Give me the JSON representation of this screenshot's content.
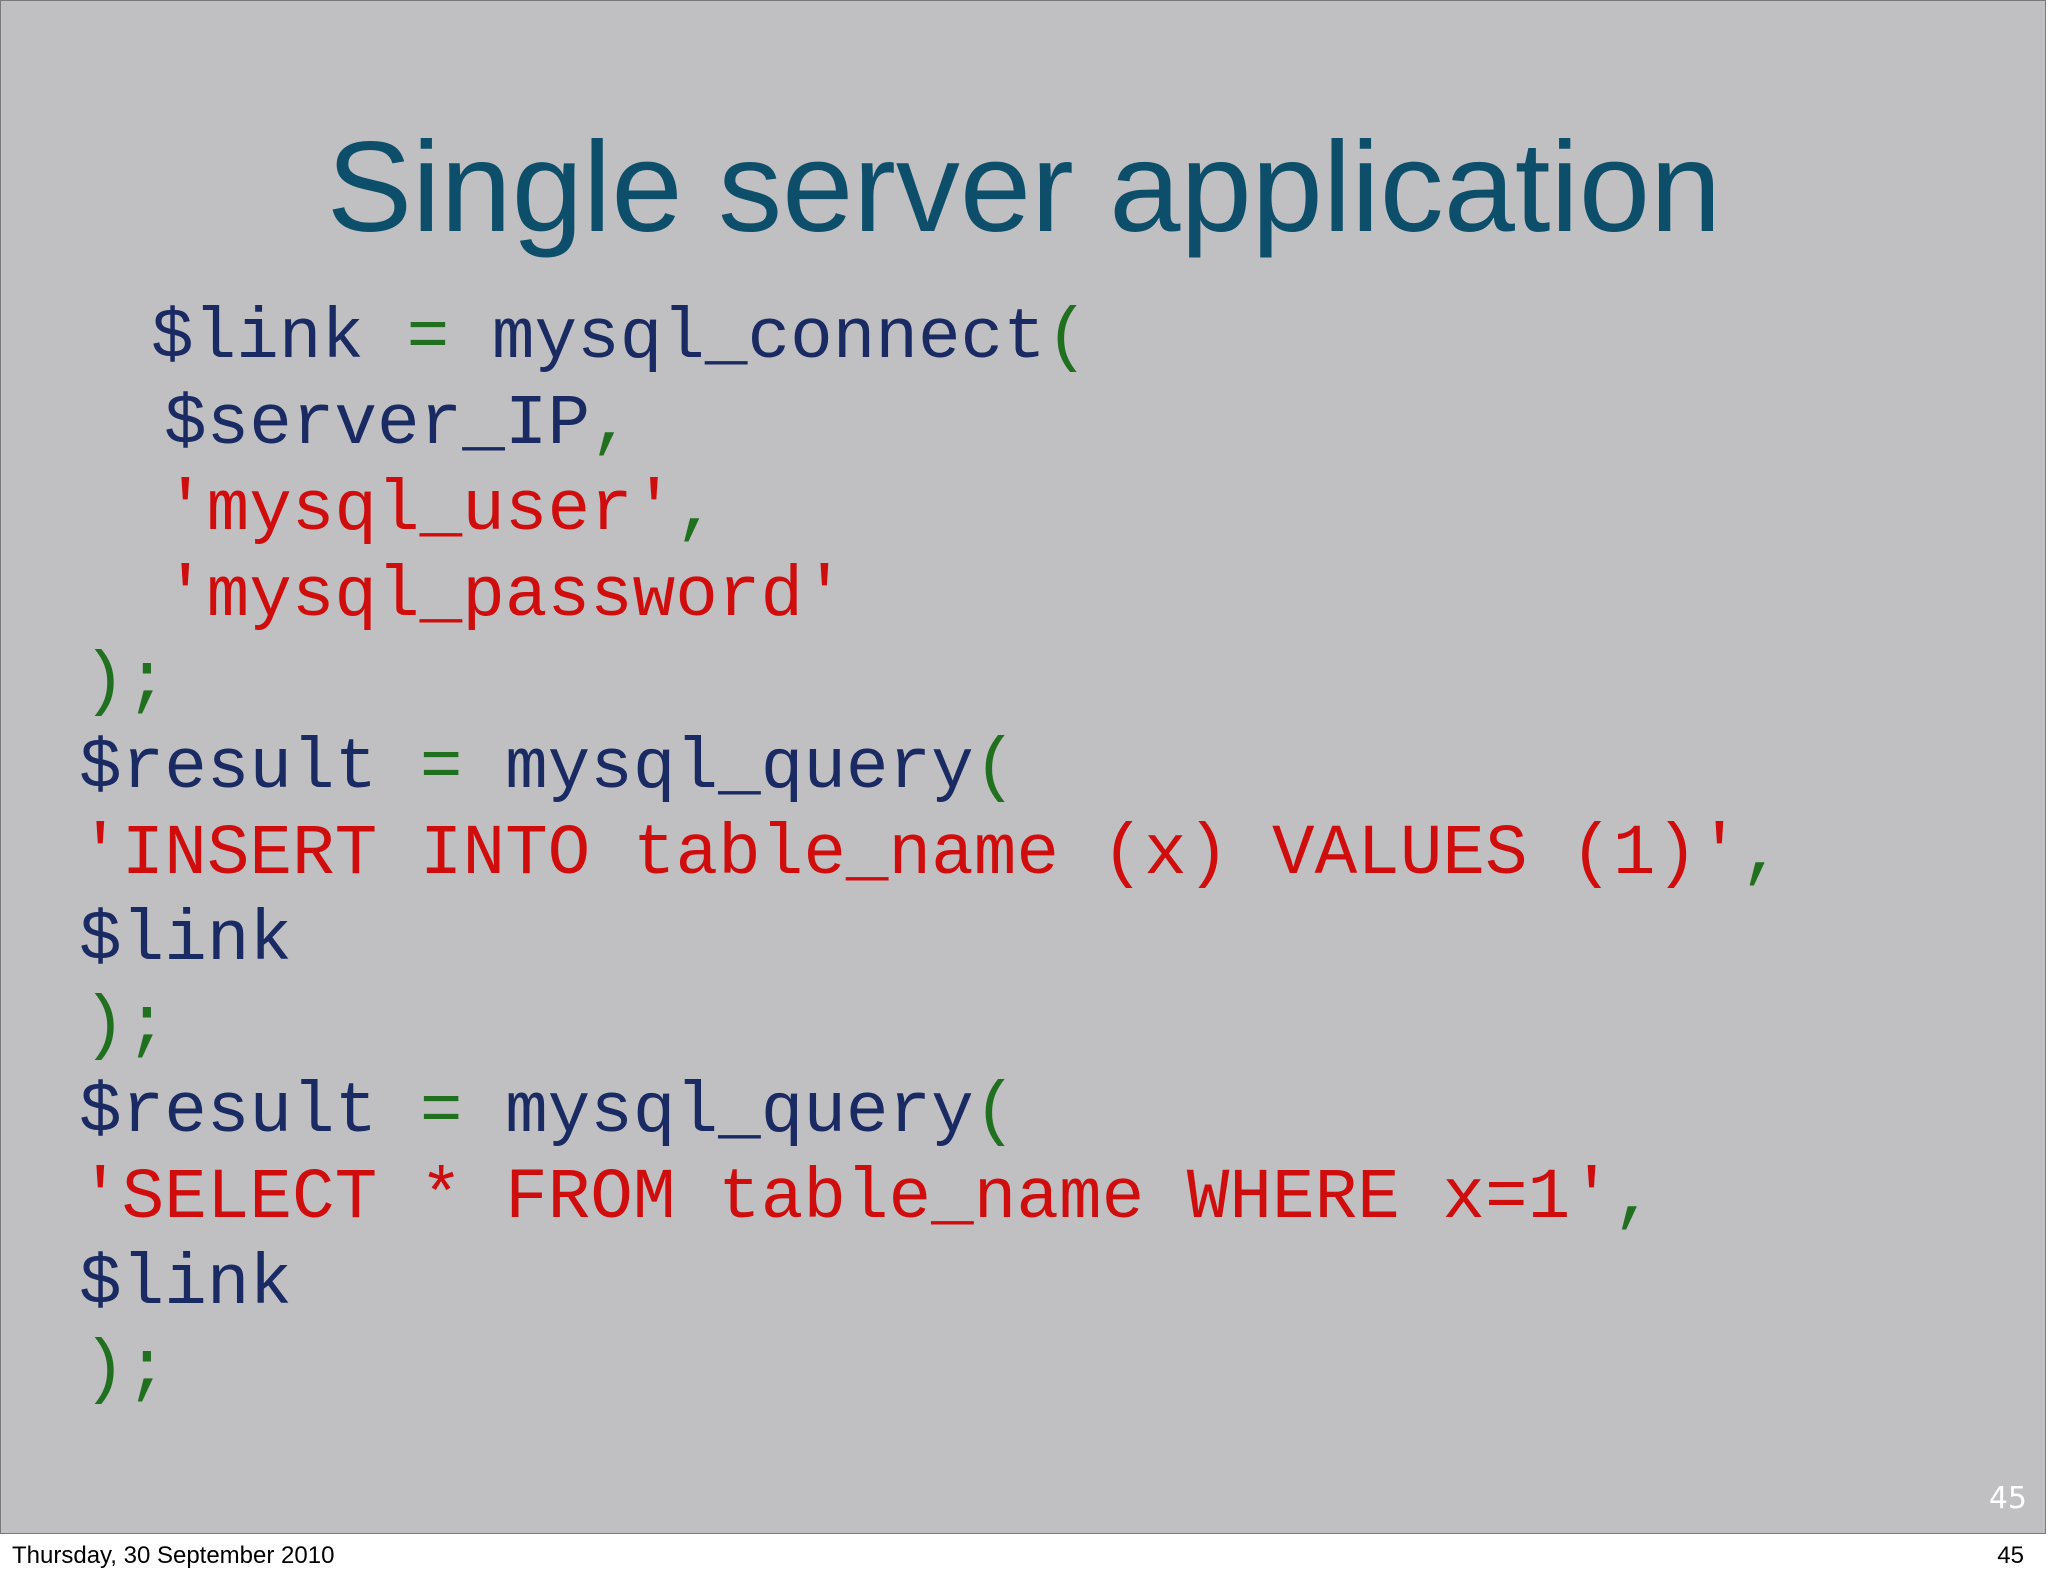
{
  "slide": {
    "title": "Single server application",
    "slide_number": "45",
    "code": {
      "l1": {
        "var": "$link",
        "op": "=",
        "func": "mysql_connect",
        "paren": "("
      },
      "l2": {
        "var": "$server_IP",
        "comma": ","
      },
      "l3": {
        "str": "'mysql_user'",
        "comma": ","
      },
      "l4": {
        "str": "'mysql_password'"
      },
      "l5": {
        "close": ");"
      },
      "l6": {
        "var": "$result",
        "op": "=",
        "func": "mysql_query",
        "paren": "("
      },
      "l7": {
        "str": "'INSERT INTO table_name (x) VALUES (1)'",
        "comma": ","
      },
      "l8": {
        "var": "$link"
      },
      "l9": {
        "close": ");"
      },
      "l10": {
        "var": "$result",
        "op": "=",
        "func": "mysql_query",
        "paren": "("
      },
      "l11": {
        "str": "'SELECT * FROM table_name WHERE x=1'",
        "comma": ","
      },
      "l12": {
        "var": "$link"
      },
      "l13": {
        "close": ");"
      }
    },
    "colors": {
      "background": "#c0bfc1",
      "title": "#0d4f6b",
      "variable": "#1a2a63",
      "operator": "#207020",
      "string": "#d00d0d"
    }
  },
  "footer": {
    "date": "Thursday, 30 September 2010",
    "page": "45"
  }
}
